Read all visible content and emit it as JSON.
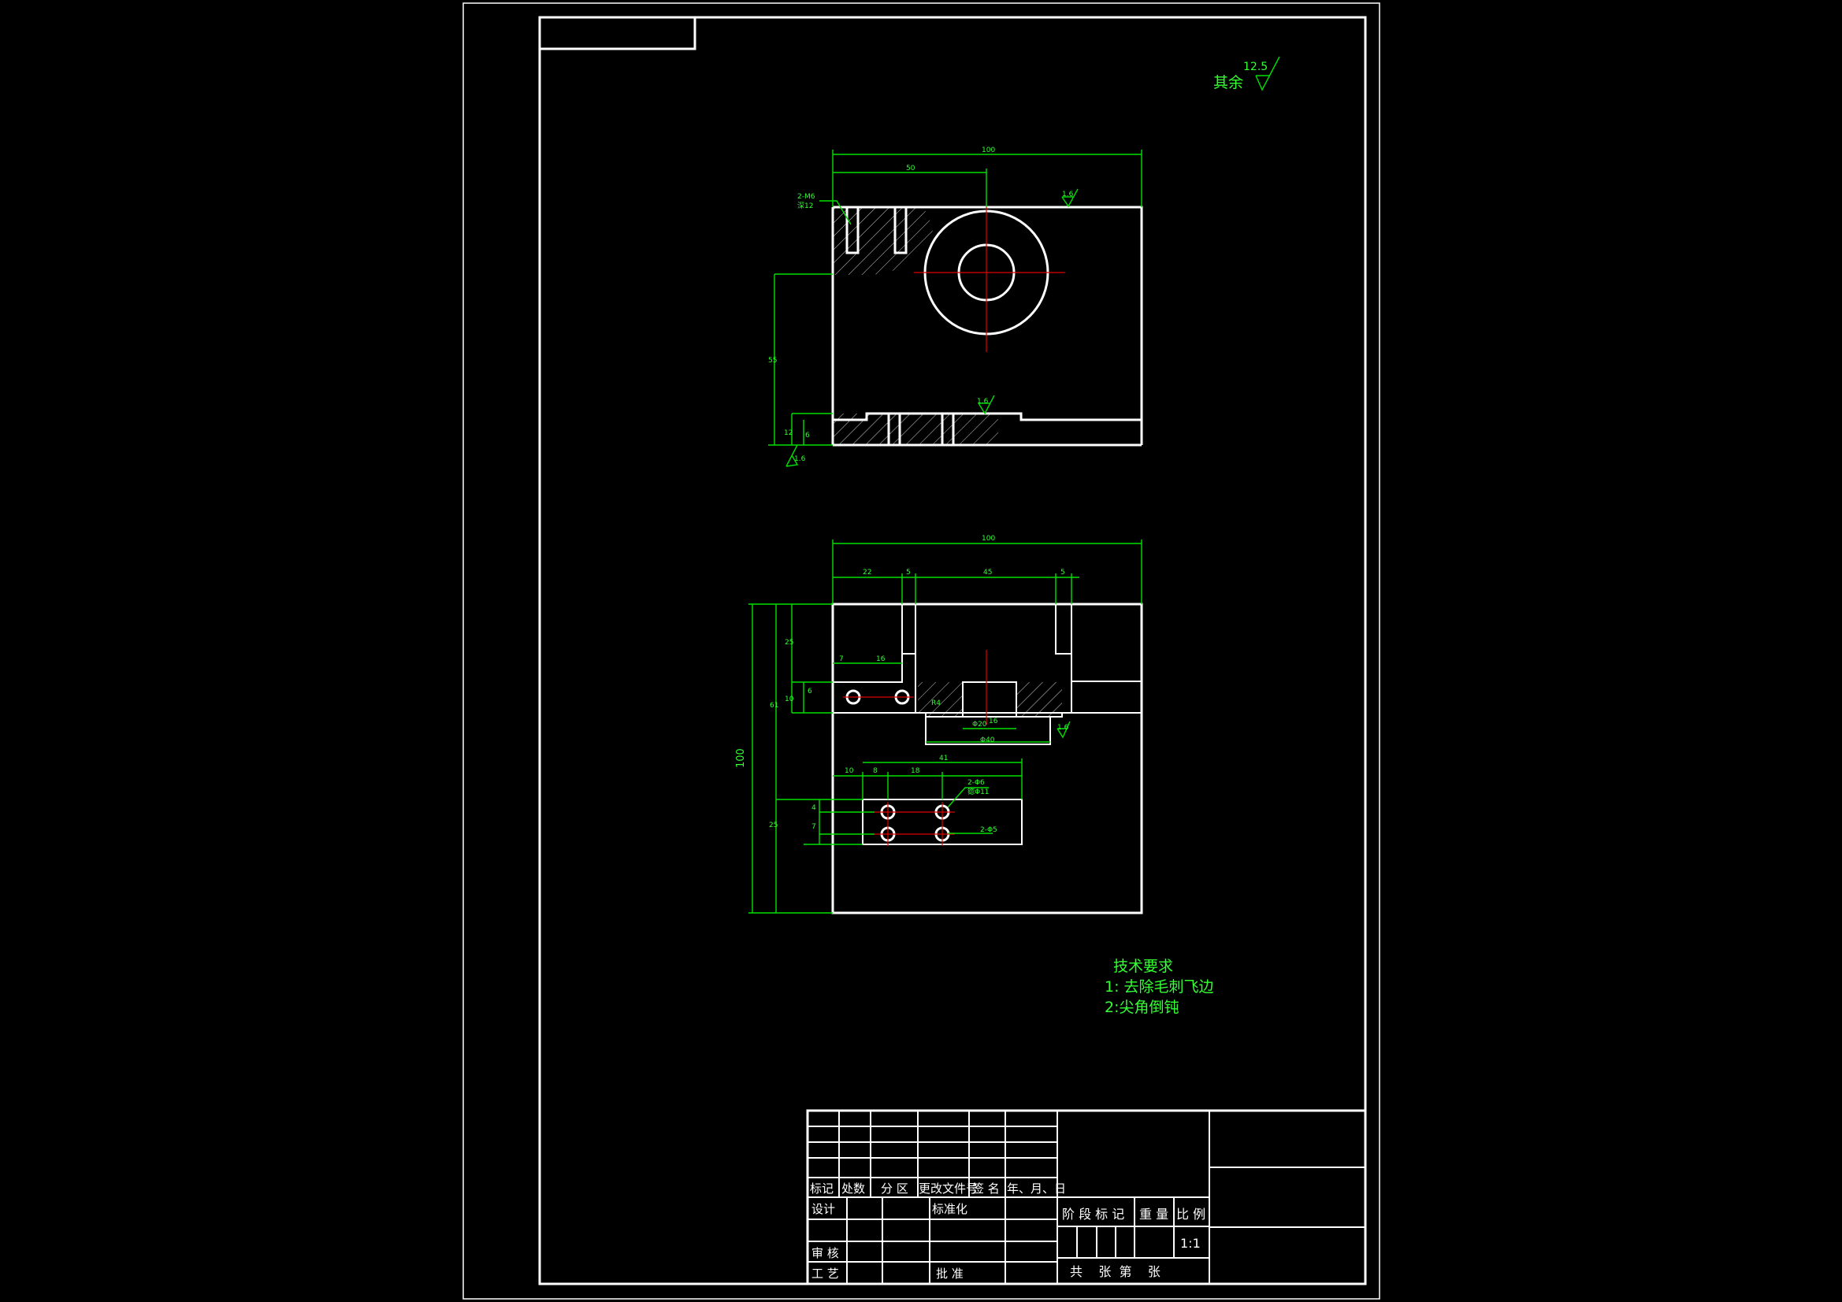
{
  "roughness": {
    "value": "12.5",
    "label": "其余"
  },
  "top_view": {
    "dims": {
      "overall_width": "100",
      "hole_offset": "50",
      "height": "55",
      "base_h1": "12",
      "base_h2": "6",
      "callout_holes": "2-M6",
      "callout_depth": "深12"
    },
    "finish": [
      "1.6",
      "1.6",
      "1.6"
    ]
  },
  "front_view": {
    "dims": {
      "overall_width": "100",
      "w1": "22",
      "w2": "5",
      "w3": "45",
      "w4": "5",
      "h_total": "100",
      "h_upper": "61",
      "h_slot": "25",
      "h_mid": "10",
      "h_small": "6",
      "hole_x1": "7",
      "hole_x2": "16",
      "bore_left": "R4",
      "bore_inner": "Φ20",
      "bore_outer": "Φ40",
      "slot_depth": "16",
      "pl_w1": "10",
      "pl_w2": "8",
      "pl_w3": "18",
      "pl_w4": "41",
      "pl_h1": "4",
      "pl_h2": "7",
      "callout_1": "2-Φ6",
      "callout_1b": "锪Φ11",
      "callout_2": "2-Φ5"
    },
    "finish": "1.6"
  },
  "tech_requirements": {
    "title": "技术要求",
    "items": [
      "1: 去除毛刺飞边",
      "2:尖角倒钝"
    ]
  },
  "title_block": {
    "headers": [
      "标记",
      "处数",
      "分 区",
      "更改文件号",
      "签 名",
      "年、月、日"
    ],
    "design": "设计",
    "standardization": "标准化",
    "review": "审 核",
    "process": "工 艺",
    "approve": "批 准",
    "stage_mark": "阶 段 标 记",
    "weight": "重 量",
    "scale_label": "比 例",
    "scale": "1:1",
    "sheets": "共    张  第    张"
  }
}
